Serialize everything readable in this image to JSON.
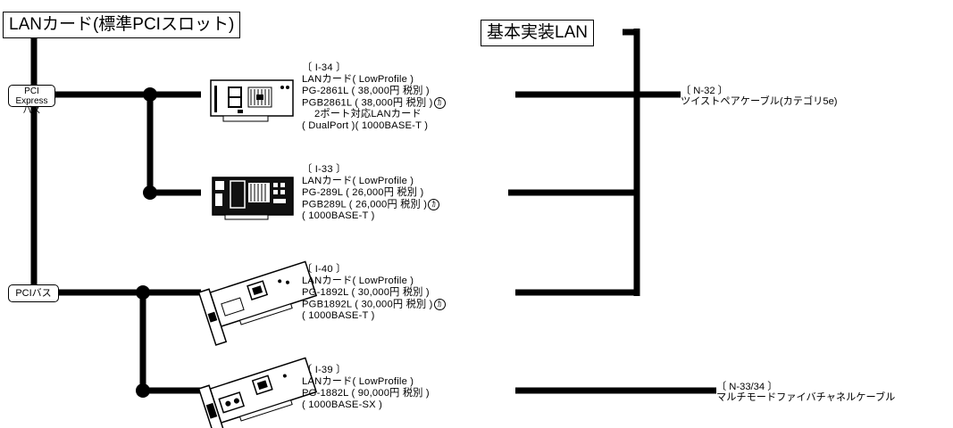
{
  "titles": {
    "lan_card_title": "LANカード(標準PCIスロット)",
    "onboard_lan_title": "基本実装LAN"
  },
  "buses": {
    "pci_express_line1": "PCI Express",
    "pci_express_line2": "バス",
    "pci": "PCIバス"
  },
  "cards": [
    {
      "code": "〔 I-34 〕",
      "name": "LANカード( LowProfile )",
      "line3": "PG-2861L ( 38,000円  税別 )",
      "line4": "PGB2861L ( 38,000円  税別 )",
      "mark": "ｶ",
      "line5": "2ポート対応LANカード",
      "line6": "( DualPort )( 1000BASE-T )"
    },
    {
      "code": "〔 I-33 〕",
      "name": "LANカード( LowProfile )",
      "line3": "PG-289L ( 26,000円  税別 )",
      "line4": "PGB289L ( 26,000円  税別 )",
      "mark": "ｶ",
      "line5": "( 1000BASE-T )"
    },
    {
      "code": "〔 I-40 〕",
      "name": "LANカード( LowProfile )",
      "line3": "PG-1892L ( 30,000円  税別 )",
      "line4": "PGB1892L ( 30,000円  税別 )",
      "mark": "ｶ",
      "line5": "( 1000BASE-T )"
    },
    {
      "code": "〔 I-39 〕",
      "name": "LANカード( LowProfile )",
      "line3": "PG-1882L ( 90,000円  税別 )",
      "line4": "( 1000BASE-SX )"
    }
  ],
  "cables": [
    {
      "code": "〔 N-32 〕",
      "name": "ツイストペアケーブル(カテゴリ5e)"
    },
    {
      "code": "〔 N-33/34 〕",
      "name": "マルチモードファイバチャネルケーブル"
    }
  ],
  "colors": {
    "line": "#000000",
    "background": "#ffffff"
  },
  "icons": [
    "lowprofile-card-image",
    "lowprofile-card-image",
    "pci-card-image",
    "pci-fiber-card-image"
  ]
}
